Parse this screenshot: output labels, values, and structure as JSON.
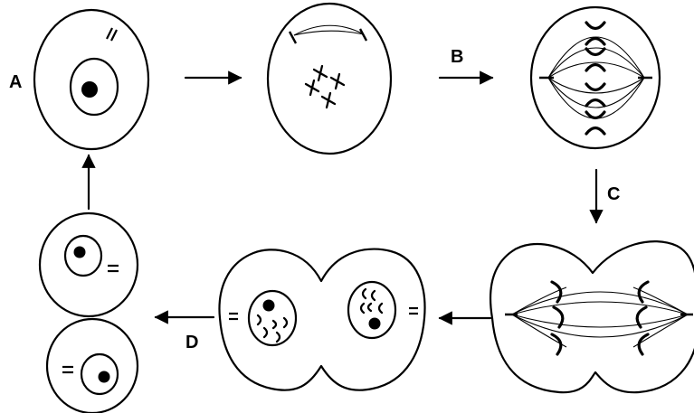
{
  "diagram": {
    "stage_labels": {
      "a": "A",
      "b": "B",
      "c": "C",
      "d": "D"
    },
    "colors": {
      "ink": "#000000",
      "background": "#ffffff"
    }
  }
}
